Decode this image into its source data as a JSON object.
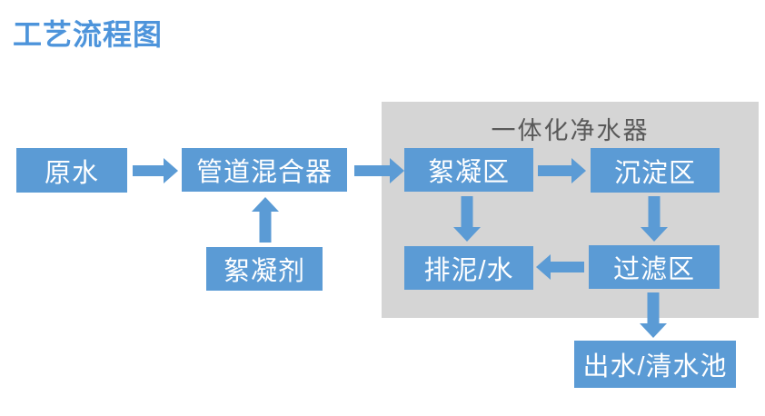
{
  "title": "工艺流程图",
  "colors": {
    "box_blue": "#5b9bd5",
    "title_blue": "#4d94db",
    "container_gray": "#d5d5d5",
    "container_label_gray": "#595959",
    "box_text": "#ffffff"
  },
  "diagram": {
    "container_label": "一体化净水器",
    "nodes": {
      "raw_water": "原水",
      "pipeline_mixer": "管道混合器",
      "flocculant": "絮凝剂",
      "flocculation_zone": "絮凝区",
      "sedimentation_zone": "沉淀区",
      "sludge_water_drain": "排泥/水",
      "filtration_zone": "过滤区",
      "outlet_clear_water_tank": "出水/清水池"
    },
    "flows": [
      {
        "from": "raw_water",
        "to": "pipeline_mixer",
        "direction": "right"
      },
      {
        "from": "flocculant",
        "to": "pipeline_mixer",
        "direction": "up"
      },
      {
        "from": "pipeline_mixer",
        "to": "flocculation_zone",
        "direction": "right"
      },
      {
        "from": "flocculation_zone",
        "to": "sedimentation_zone",
        "direction": "right"
      },
      {
        "from": "flocculation_zone",
        "to": "sludge_water_drain",
        "direction": "down"
      },
      {
        "from": "sedimentation_zone",
        "to": "filtration_zone",
        "direction": "down"
      },
      {
        "from": "filtration_zone",
        "to": "sludge_water_drain",
        "direction": "left"
      },
      {
        "from": "filtration_zone",
        "to": "outlet_clear_water_tank",
        "direction": "down"
      }
    ]
  }
}
